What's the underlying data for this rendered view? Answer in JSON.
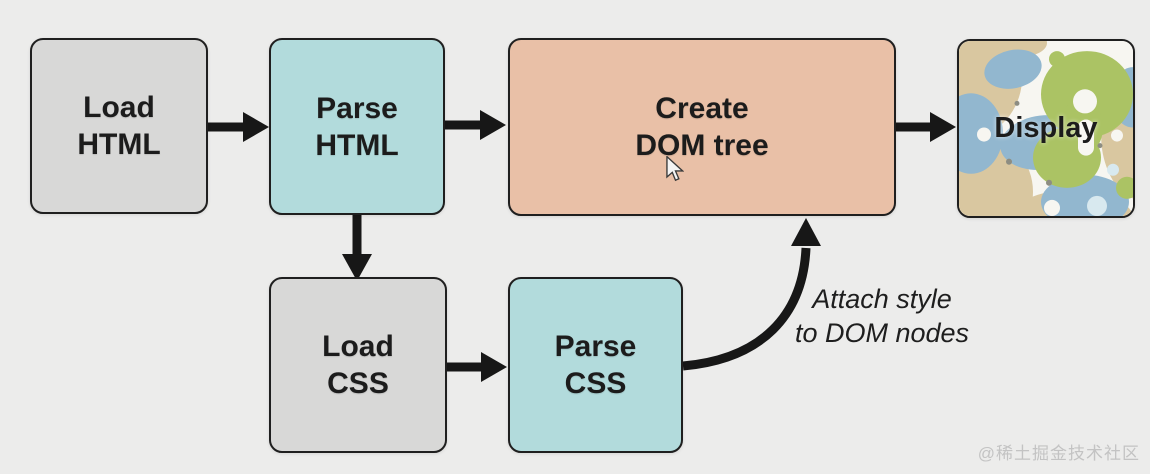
{
  "title": "Browser rendering pipeline flow diagram",
  "colors": {
    "background": "#ececeb",
    "box_border": "#1f1f1f",
    "box_gray": "#d8d8d7",
    "box_teal": "#b2dbdc",
    "box_salmon": "#e9c0a7",
    "arrow": "#171717",
    "text": "#1c1c1c",
    "watermark": "#c3c3c3",
    "pattern_bg": "#f7f6f1",
    "pattern_tan": "#d9c7a0",
    "pattern_blue": "#92b7cf",
    "pattern_green": "#abc364"
  },
  "nodes": {
    "load_html": {
      "line1": "Load",
      "line2": "HTML"
    },
    "parse_html": {
      "line1": "Parse",
      "line2": "HTML"
    },
    "create_dom": {
      "line1": "Create",
      "line2": "DOM tree"
    },
    "display": {
      "label": "Display"
    },
    "load_css": {
      "line1": "Load",
      "line2": "CSS"
    },
    "parse_css": {
      "line1": "Parse",
      "line2": "CSS"
    }
  },
  "edges": [
    {
      "from": "Load HTML",
      "to": "Parse HTML"
    },
    {
      "from": "Parse HTML",
      "to": "Create DOM tree"
    },
    {
      "from": "Create DOM tree",
      "to": "Display"
    },
    {
      "from": "Parse HTML",
      "to": "Load CSS"
    },
    {
      "from": "Load CSS",
      "to": "Parse CSS"
    },
    {
      "from": "Parse CSS",
      "to": "Create DOM tree",
      "label": "Attach style to DOM nodes"
    }
  ],
  "annotation": {
    "line1": "Attach style",
    "line2": "to DOM nodes"
  },
  "watermark": "@稀土掘金技术社区"
}
